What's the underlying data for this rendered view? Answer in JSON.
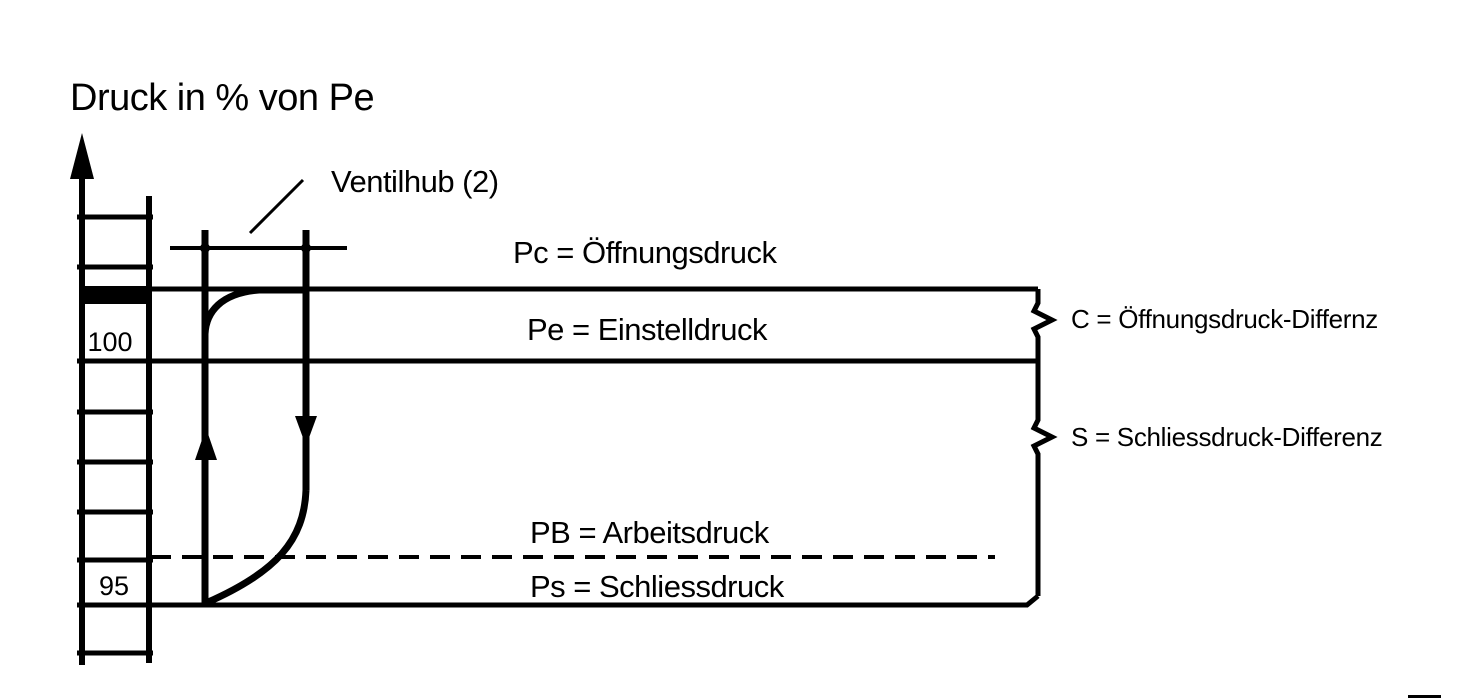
{
  "title": "Druck in % von Pe",
  "y_axis": {
    "unit_description": "pressure in percent of Pe",
    "tick_labels": [
      "100",
      "95"
    ]
  },
  "labels": {
    "ventilhub": "Ventilhub (2)",
    "pc": "Pc = Öffnungsdruck",
    "pe": "Pe = Einstelldruck",
    "pb": "PB = Arbeitsdruck",
    "ps": "Ps = Schliessdruck",
    "c_diff": "C = Öffnungsdruck-Differnz",
    "s_diff": "S = Schliessdruck-Differenz"
  },
  "colors": {
    "ink": "#000000",
    "background": "#ffffff"
  },
  "diagram": {
    "type": "valve-pressure-hysteresis",
    "line_styles": {
      "pc": "solid",
      "pe": "solid",
      "pb": "dashed",
      "ps": "solid"
    },
    "braces": [
      {
        "label": "C = Öffnungsdruck-Differnz",
        "between": [
          "Pc",
          "Pe"
        ]
      },
      {
        "label": "S = Schliessdruck-Differenz",
        "between": [
          "Pe",
          "Ps"
        ]
      }
    ],
    "loop_arrows": [
      "up",
      "down"
    ]
  }
}
